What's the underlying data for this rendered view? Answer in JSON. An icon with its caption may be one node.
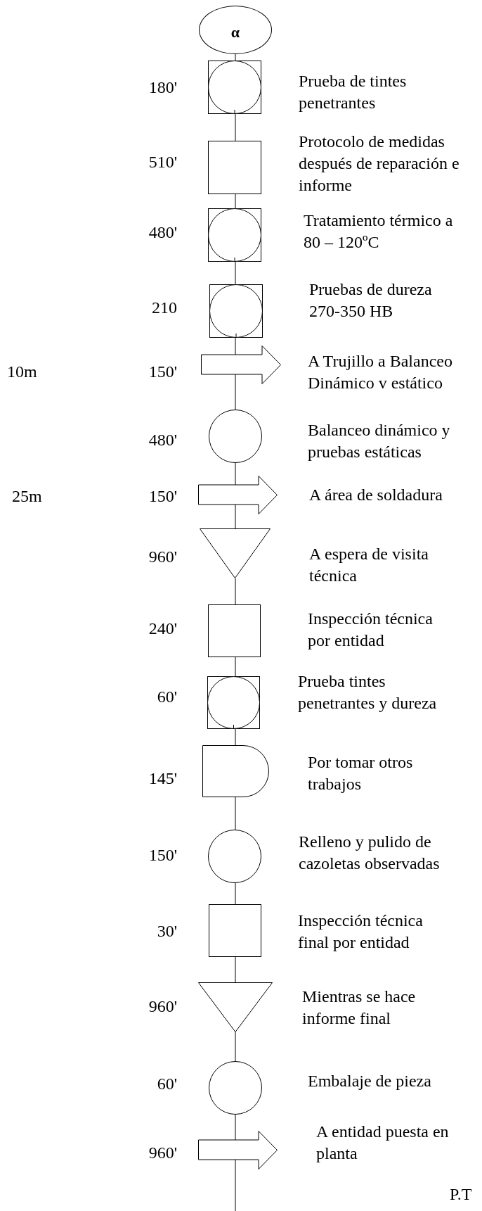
{
  "diagram": {
    "nodes": [
      {
        "text": [
          "α"
        ]
      },
      {
        "text": [],
        "shape": "combined",
        "beside": [
          "180'",
          "Prueba de tintes penetrantes"
        ]
      },
      {
        "text": [],
        "shape": "box",
        "beside": [
          "510'",
          "Protocolo de medidas después de reparación e informe"
        ]
      },
      {
        "text": [],
        "shape": "combined",
        "beside": [
          "480'",
          "Tratamiento térmico a 80 – 120ºC"
        ]
      },
      {
        "text": [],
        "shape": "combined",
        "beside": [
          "210",
          "Pruebas de dureza 270-350 HB"
        ]
      },
      {
        "text": [],
        "shape": "arrow",
        "beside": [
          "150'",
          "A Trujillo a Balanceo Dinámico v estático"
        ]
      },
      {
        "text": [],
        "shape": "circle",
        "beside": [
          "480'",
          "Balanceo dinámico y pruebas estáticas"
        ]
      },
      {
        "text": [],
        "shape": "arrow",
        "beside": [
          "150'",
          "A área de soldadura"
        ]
      },
      {
        "text": [],
        "shape": "triangle",
        "beside": [
          "960'",
          "A espera de visita técnica"
        ]
      },
      {
        "text": [],
        "shape": "box",
        "beside": [
          "240'",
          "Inspección técnica por entidad"
        ]
      },
      {
        "text": [],
        "shape": "combined",
        "beside": [
          "60'",
          "Prueba tintes penetrantes y dureza"
        ]
      },
      {
        "text": [],
        "shape": "delay",
        "beside": [
          "145'",
          "Por tomar otros trabajos"
        ]
      },
      {
        "text": [],
        "shape": "circle",
        "beside": [
          "150'",
          "Relleno y pulido de cazoletas observadas"
        ]
      },
      {
        "text": [],
        "shape": "box",
        "beside": [
          "30'",
          "Inspección técnica final por entidad"
        ]
      },
      {
        "text": [],
        "shape": "triangle",
        "beside": [
          "960'",
          "Mientras se hace informe final"
        ]
      },
      {
        "text": [],
        "shape": "circle",
        "beside": [
          "60'",
          "Embalaje de pieza"
        ]
      },
      {
        "text": [],
        "shape": "arrow",
        "beside": [
          "960'",
          "A entidad puesta en planta"
        ]
      }
    ],
    "edges": [
      {
        "from": 0,
        "to": 1,
        "arrow": "none"
      },
      {
        "from": 1,
        "to": 2,
        "arrow": "none"
      },
      {
        "from": 2,
        "to": 3,
        "arrow": "none"
      },
      {
        "from": 3,
        "to": 4,
        "arrow": "none"
      },
      {
        "from": 4,
        "to": 5,
        "arrow": "none"
      },
      {
        "from": 5,
        "to": 6,
        "arrow": "none"
      },
      {
        "from": 6,
        "to": 7,
        "arrow": "none"
      },
      {
        "from": 7,
        "to": 8,
        "arrow": "none"
      },
      {
        "from": 8,
        "to": 9,
        "arrow": "none"
      },
      {
        "from": 9,
        "to": 10,
        "arrow": "none"
      },
      {
        "from": 10,
        "to": 11,
        "arrow": "none"
      },
      {
        "from": 11,
        "to": 12,
        "arrow": "none"
      },
      {
        "from": 12,
        "to": 13,
        "arrow": "none"
      },
      {
        "from": 13,
        "to": 14,
        "arrow": "none"
      },
      {
        "from": 14,
        "to": 15,
        "arrow": "none"
      },
      {
        "from": 15,
        "to": 16,
        "arrow": "none"
      },
      {
        "from": 16,
        "to": null,
        "arrow": "none"
      }
    ],
    "labels": [
      "10m",
      "25m",
      "P.T"
    ]
  }
}
